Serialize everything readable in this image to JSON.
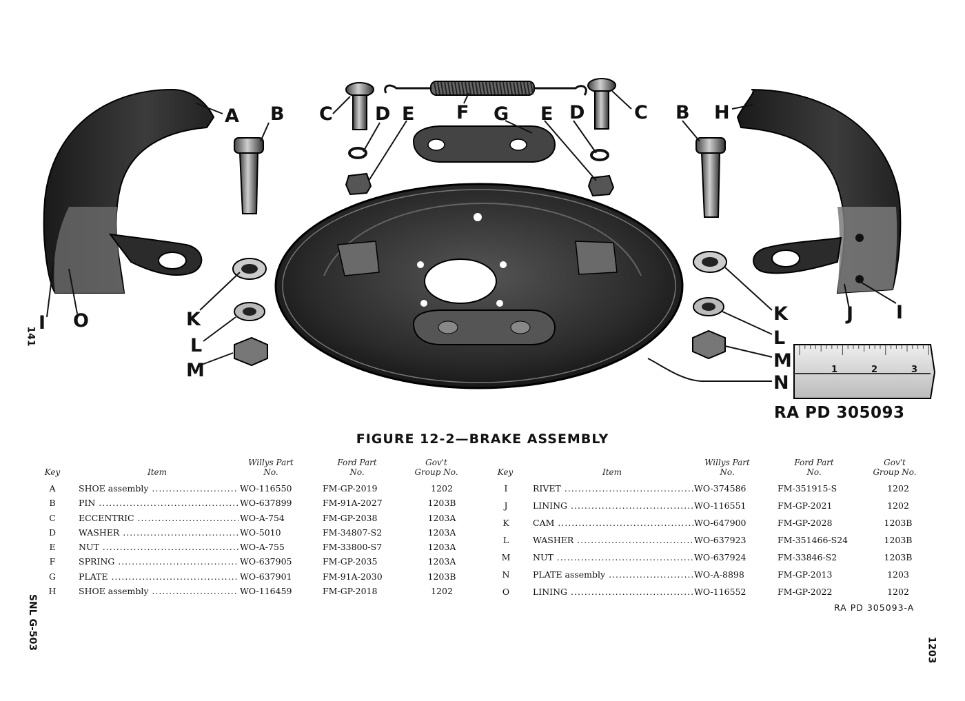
{
  "figure": {
    "title": "FIGURE 12-2—BRAKE ASSEMBLY",
    "photo_ref": "RA PD 305093",
    "ruler_ticks": [
      "1",
      "2",
      "3"
    ]
  },
  "callouts": {
    "a": "A",
    "b1": "B",
    "c1": "C",
    "d1": "D",
    "e1": "E",
    "f": "F",
    "g": "G",
    "e2": "E",
    "d2": "D",
    "c2": "C",
    "b2": "B",
    "h": "H",
    "i1": "I",
    "o": "O",
    "k1": "K",
    "l1": "L",
    "m1": "M",
    "k2": "K",
    "l2": "L",
    "m2": "M",
    "n": "N",
    "j": "J",
    "i2": "I"
  },
  "table": {
    "headers": {
      "key": "Key",
      "item": "Item",
      "willys": "Willys Part No.",
      "ford": "Ford Part No.",
      "govt": "Gov't Group No."
    },
    "left_rows": [
      {
        "key": "A",
        "item": "SHOE assembly",
        "willys": "WO-116550",
        "ford": "FM-GP-2019",
        "govt": "1202"
      },
      {
        "key": "B",
        "item": "PIN",
        "willys": "WO-637899",
        "ford": "FM-91A-2027",
        "govt": "1203B"
      },
      {
        "key": "C",
        "item": "ECCENTRIC",
        "willys": "WO-A-754",
        "ford": "FM-GP-2038",
        "govt": "1203A"
      },
      {
        "key": "D",
        "item": "WASHER",
        "willys": "WO-5010",
        "ford": "FM-34807-S2",
        "govt": "1203A"
      },
      {
        "key": "E",
        "item": "NUT",
        "willys": "WO-A-755",
        "ford": "FM-33800-S7",
        "govt": "1203A"
      },
      {
        "key": "F",
        "item": "SPRING",
        "willys": "WO-637905",
        "ford": "FM-GP-2035",
        "govt": "1203A"
      },
      {
        "key": "G",
        "item": "PLATE",
        "willys": "WO-637901",
        "ford": "FM-91A-2030",
        "govt": "1203B"
      },
      {
        "key": "H",
        "item": "SHOE assembly",
        "willys": "WO-116459",
        "ford": "FM-GP-2018",
        "govt": "1202"
      }
    ],
    "right_rows": [
      {
        "key": "I",
        "item": "RIVET",
        "willys": "WO-374586",
        "ford": "FM-351915-S",
        "govt": "1202"
      },
      {
        "key": "J",
        "item": "LINING",
        "willys": "WO-116551",
        "ford": "FM-GP-2021",
        "govt": "1202"
      },
      {
        "key": "K",
        "item": "CAM",
        "willys": "WO-647900",
        "ford": "FM-GP-2028",
        "govt": "1203B"
      },
      {
        "key": "L",
        "item": "WASHER",
        "willys": "WO-637923",
        "ford": "FM-351466-S24",
        "govt": "1203B"
      },
      {
        "key": "M",
        "item": "NUT",
        "willys": "WO-637924",
        "ford": "FM-33846-S2",
        "govt": "1203B"
      },
      {
        "key": "N",
        "item": "PLATE assembly",
        "willys": "WO-A-8898",
        "ford": "FM-GP-2013",
        "govt": "1203"
      },
      {
        "key": "O",
        "item": "LINING",
        "willys": "WO-116552",
        "ford": "FM-GP-2022",
        "govt": "1202"
      }
    ],
    "ref": "RA PD 305093-A"
  },
  "margins": {
    "page_number_left": "141",
    "doc_id": "SNL G-503",
    "page_number_right": "1203"
  }
}
